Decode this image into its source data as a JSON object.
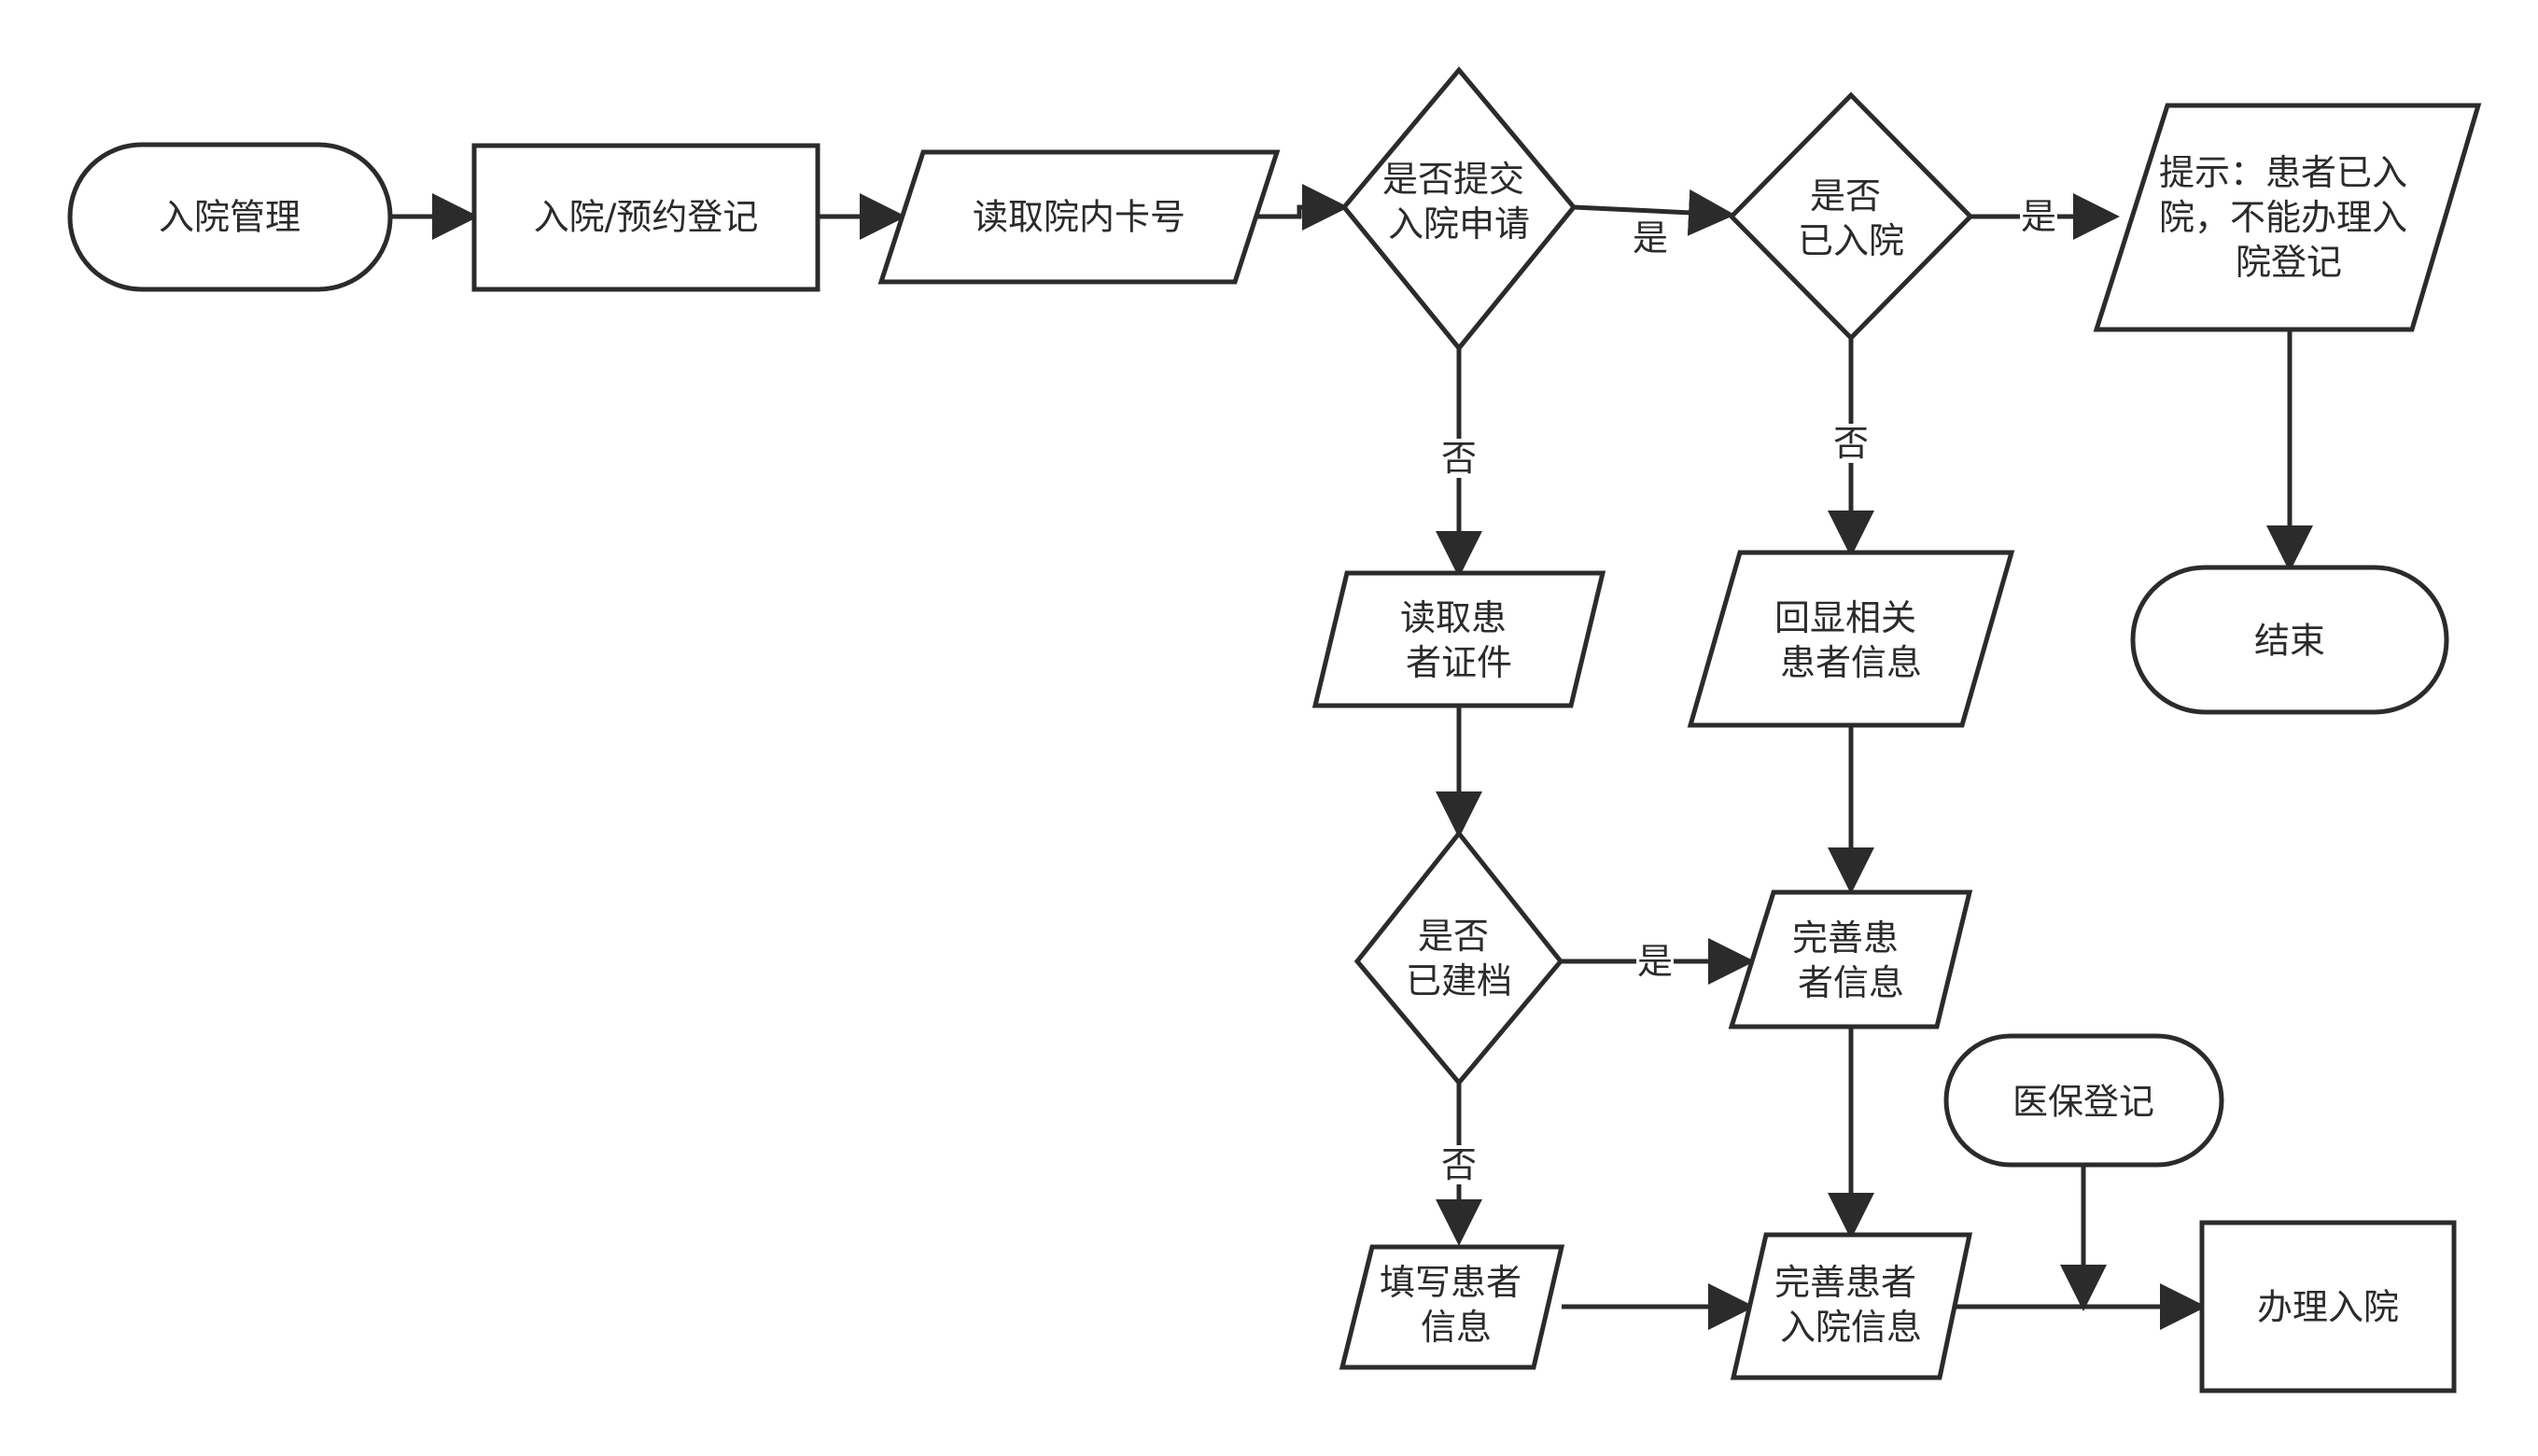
{
  "nodes": {
    "admission_mgmt": {
      "lines": [
        "入院管理"
      ]
    },
    "admission_booking": {
      "lines": [
        "入院/预约登记"
      ]
    },
    "read_card": {
      "lines": [
        "读取院内卡号"
      ]
    },
    "submitted_request": {
      "lines": [
        "是否提交",
        "入院申请"
      ]
    },
    "already_admitted": {
      "lines": [
        "是否",
        "已入院"
      ]
    },
    "prompt_admitted": {
      "lines": [
        "提示：患者已入",
        "院，不能办理入",
        "院登记"
      ]
    },
    "end": {
      "lines": [
        "结束"
      ]
    },
    "read_id": {
      "lines": [
        "读取患",
        "者证件"
      ]
    },
    "show_info": {
      "lines": [
        "回显相关",
        "患者信息"
      ]
    },
    "has_record": {
      "lines": [
        "是否",
        "已建档"
      ]
    },
    "complete_info": {
      "lines": [
        "完善患",
        "者信息"
      ]
    },
    "insurance": {
      "lines": [
        "医保登记"
      ]
    },
    "fill_info": {
      "lines": [
        "填写患者",
        "信息"
      ]
    },
    "complete_admission_info": {
      "lines": [
        "完善患者",
        "入院信息"
      ]
    },
    "handle_admission": {
      "lines": [
        "办理入院"
      ]
    }
  },
  "edge_labels": {
    "yes": "是",
    "no": "否"
  }
}
